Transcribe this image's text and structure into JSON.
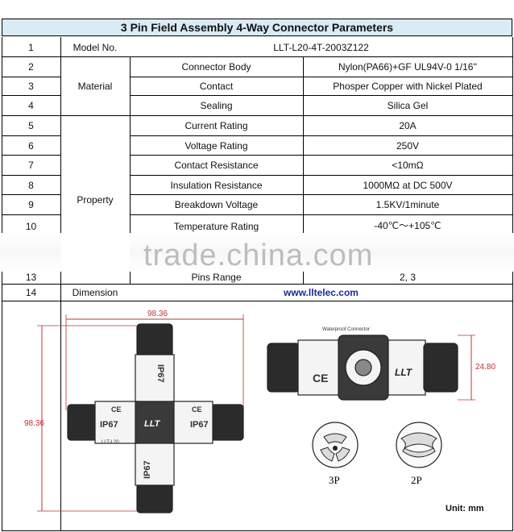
{
  "title": "3 Pin Field Assembly 4-Way Connector Parameters",
  "rows": [
    {
      "num": "1",
      "group": "Model No.",
      "param": "",
      "value": "LLT-L20-4T-2003Z122"
    },
    {
      "num": "2",
      "param": "Connector Body",
      "value": "Nylon(PA66)+GF UL94V-0 1/16''"
    },
    {
      "num": "3",
      "param": "Contact",
      "value": "Phosper Copper with Nickel Plated"
    },
    {
      "num": "4",
      "param": "Sealing",
      "value": "Silica Gel"
    },
    {
      "num": "5",
      "param": "Current Rating",
      "value": "20A"
    },
    {
      "num": "6",
      "param": "Voltage Rating",
      "value": "250V"
    },
    {
      "num": "7",
      "param": "Contact Resistance",
      "value": "<10mΩ"
    },
    {
      "num": "8",
      "param": "Insulation Resistance",
      "value": "1000MΩ at DC 500V"
    },
    {
      "num": "9",
      "param": "Breakdown Voltage",
      "value": "1.5KV/1minute"
    },
    {
      "num": "10",
      "param": "Temperature Rating",
      "value": "-40℃～+105℃"
    },
    {
      "num": "13",
      "param": "Pins Range",
      "value": "2, 3"
    },
    {
      "num": "14",
      "group": "Dimension",
      "value": "www.lltelec.com"
    }
  ],
  "groups": {
    "material": "Material",
    "property": "Property"
  },
  "watermark": "trade.china.com",
  "drawing": {
    "dim_width": "98.36",
    "dim_height": "98.36",
    "dim_side": "24.80",
    "pin_3p": "3P",
    "pin_2p": "2P",
    "unit": "Unit: mm",
    "ip_label": "IP67",
    "logo": "LLT",
    "model_small": "LLT-L20",
    "ce_mark": "CE",
    "waterproof_label": "Waterproof Connector",
    "colors": {
      "dimension": "#c03030",
      "header_fill": "#d9ebf4",
      "link": "#1a2a9a"
    }
  }
}
